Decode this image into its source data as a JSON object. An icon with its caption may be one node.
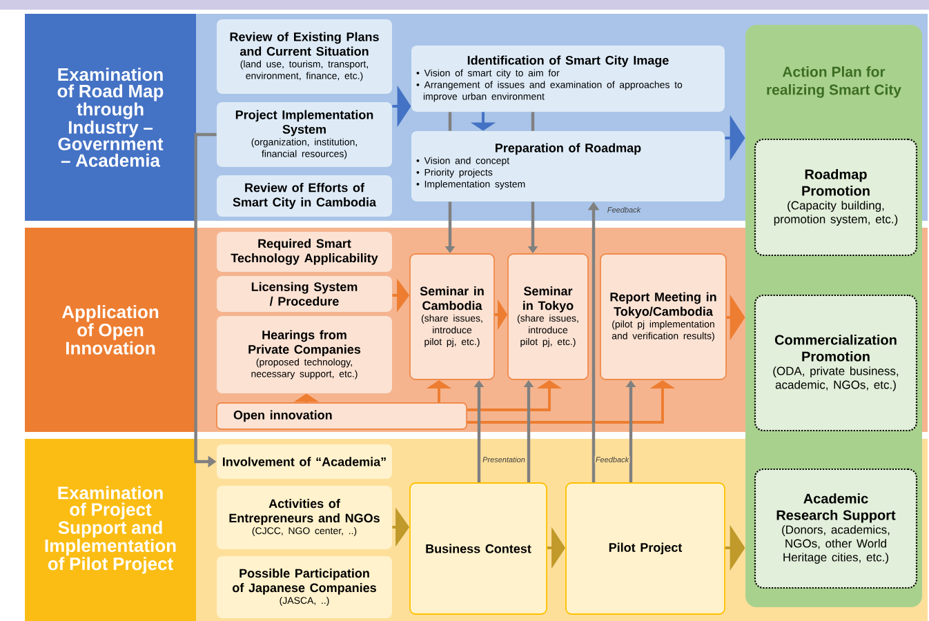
{
  "diagram": {
    "nodes": [
      {
        "text": [
          "Examination of Road Map through Industry – Government – Academia"
        ]
      },
      {
        "text": [
          "Review of Existing Plans and Current Situation",
          "(land use, tourism, transport, environment, finance, etc.)"
        ]
      },
      {
        "text": [
          "Project Implementation System",
          "(organization, institution, financial resources)"
        ]
      },
      {
        "text": [
          "Review of Efforts of Smart City in Cambodia"
        ]
      },
      {
        "text": [
          "Identification of Smart City Image",
          "• Vision of smart city to aim for",
          "• Arrangement of issues and examination of approaches to improve urban environment"
        ]
      },
      {
        "text": [
          "Preparation of Roadmap",
          "• Vision and concept",
          "• Priority projects",
          "• Implementation system"
        ]
      },
      {
        "text": [
          "Application of Open Innovation"
        ]
      },
      {
        "text": [
          "Required Smart Technology Applicability"
        ]
      },
      {
        "text": [
          "Licensing System / Procedure"
        ]
      },
      {
        "text": [
          "Hearings from Private Companies",
          "(proposed technology, necessary support, etc.)"
        ]
      },
      {
        "text": [
          "Seminar in Cambodia",
          "(share issues, introduce pilot pj, etc.)"
        ]
      },
      {
        "text": [
          "Seminar in Tokyo",
          "(share issues, introduce pilot pj, etc.)"
        ]
      },
      {
        "text": [
          "Report Meeting in Tokyo/Cambodia",
          "(pilot pj implementation and verification results)"
        ]
      },
      {
        "text": [
          "Open innovation"
        ]
      },
      {
        "text": [
          "Examination of Project Support and Implementation of Pilot Project"
        ]
      },
      {
        "text": [
          "Involvement of “Academia”"
        ]
      },
      {
        "text": [
          "Activities of Entrepreneurs and NGOs",
          "(CJCC, NGO center, ..)"
        ]
      },
      {
        "text": [
          "Possible Participation of Japanese Companies",
          "(JASCA, ..)"
        ]
      },
      {
        "text": [
          "Business Contest"
        ]
      },
      {
        "text": [
          "Pilot Project"
        ]
      },
      {
        "text": [
          "Action Plan for realizing Smart City"
        ]
      },
      {
        "text": [
          "Roadmap Promotion",
          "(Capacity building, promotion system, etc.)"
        ],
        "in": 20
      },
      {
        "text": [
          "Commercialization Promotion",
          "(ODA, private business, academic, NGOs, etc.)"
        ],
        "in": 20
      },
      {
        "text": [
          "Academic Research Support",
          "(Donors, academics, NGOs, other World Heritage cities, etc.)"
        ],
        "in": 20
      }
    ],
    "edges": [
      {
        "from": 2,
        "to": 4,
        "arrow": "to",
        "color": "#4472c4"
      },
      {
        "from": 4,
        "to": 5,
        "arrow": "to",
        "color": "#4472c4"
      },
      {
        "from": 4,
        "to": 5,
        "arrow": "none",
        "color": "#808080"
      },
      {
        "from": 4,
        "to": 5,
        "arrow": "none",
        "color": "#808080"
      },
      {
        "from": 5,
        "to": 10,
        "arrow": "to",
        "color": "#808080"
      },
      {
        "from": 5,
        "to": 11,
        "arrow": "to",
        "color": "#808080"
      },
      {
        "from": 5,
        "to": 20,
        "arrow": "to",
        "color": "#4472c4"
      },
      {
        "from": 8,
        "to": 10,
        "arrow": "to",
        "color": "#ed7d31"
      },
      {
        "from": 10,
        "to": 11,
        "arrow": "to",
        "color": "#ed7d31"
      },
      {
        "from": 12,
        "to": 20,
        "arrow": "to",
        "color": "#ed7d31"
      },
      {
        "from": 13,
        "to": 9,
        "arrow": "to",
        "color": "#ed7d31"
      },
      {
        "from": 13,
        "to": 10,
        "arrow": "to",
        "color": "#ed7d31"
      },
      {
        "from": 13,
        "to": 11,
        "arrow": "to",
        "color": "#ed7d31"
      },
      {
        "from": 13,
        "to": 12,
        "arrow": "to",
        "color": "#ed7d31"
      },
      {
        "from": 16,
        "to": 18,
        "arrow": "to",
        "color": "#c09a2a"
      },
      {
        "from": 18,
        "to": 19,
        "arrow": "to",
        "color": "#c09a2a"
      },
      {
        "from": 19,
        "to": 20,
        "arrow": "to",
        "color": "#c09a2a"
      },
      {
        "from": 2,
        "to": 15,
        "arrow": "to",
        "color": "#808080"
      },
      {
        "from": 18,
        "to": 10,
        "arrow": "to",
        "color": "#808080",
        "label": "Presentation"
      },
      {
        "from": 18,
        "to": 11,
        "arrow": "to",
        "color": "#808080"
      },
      {
        "from": 19,
        "to": 5,
        "arrow": "to",
        "color": "#808080",
        "label": "Feedback"
      },
      {
        "from": 19,
        "to": 12,
        "arrow": "to",
        "color": "#808080",
        "label": "Feedback"
      }
    ]
  }
}
